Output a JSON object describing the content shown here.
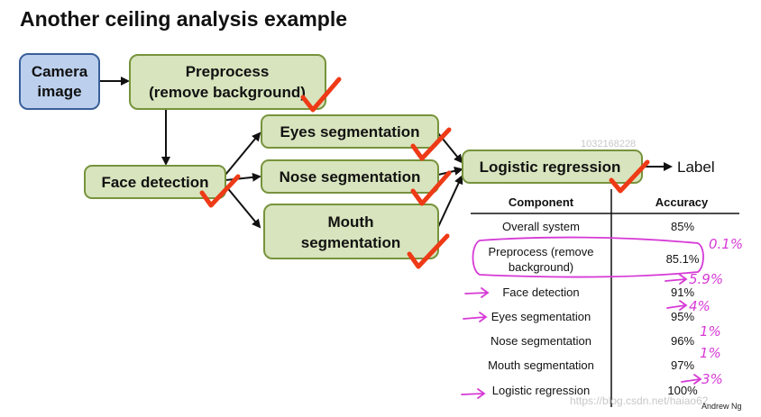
{
  "title": "Another ceiling analysis example",
  "diagram": {
    "camera_line1": "Camera",
    "camera_line2": "image",
    "preprocess_line1": "Preprocess",
    "preprocess_line2": "(remove background)",
    "face": "Face detection",
    "eyes": "Eyes segmentation",
    "nose": "Nose segmentation",
    "mouth_line1": "Mouth",
    "mouth_line2": "segmentation",
    "logistic": "Logistic regression",
    "label": "Label"
  },
  "table": {
    "header_component": "Component",
    "header_accuracy": "Accuracy",
    "rows": [
      {
        "component": "Overall system",
        "accuracy": "85%"
      },
      {
        "component_line1": "Preprocess (remove",
        "component_line2": "background)",
        "accuracy": "85.1%"
      },
      {
        "component": "Face detection",
        "accuracy": "91%"
      },
      {
        "component": "Eyes segmentation",
        "accuracy": "95%"
      },
      {
        "component": "Nose segmentation",
        "accuracy": "96%"
      },
      {
        "component": "Mouth segmentation",
        "accuracy": "97%"
      },
      {
        "component": "Logistic regression",
        "accuracy": "100%"
      }
    ]
  },
  "annotations": {
    "gain_preprocess": "0.1%",
    "gain_face": "5.9%",
    "gain_eyes": "4%",
    "gain_nose": "1%",
    "gain_mouth": "1%",
    "gain_logistic": "3%"
  },
  "watermark_id": "1032168228",
  "watermark_url": "https://blog.csdn.net/haiao62",
  "credit": "Andrew Ng",
  "colors": {
    "camera_fill": "#bcd0ee",
    "camera_stroke": "#3a5f9a",
    "component_fill": "#d7e4bd",
    "component_stroke": "#77933c",
    "check": "#ee3a16",
    "annotation": "#d63ad6"
  }
}
